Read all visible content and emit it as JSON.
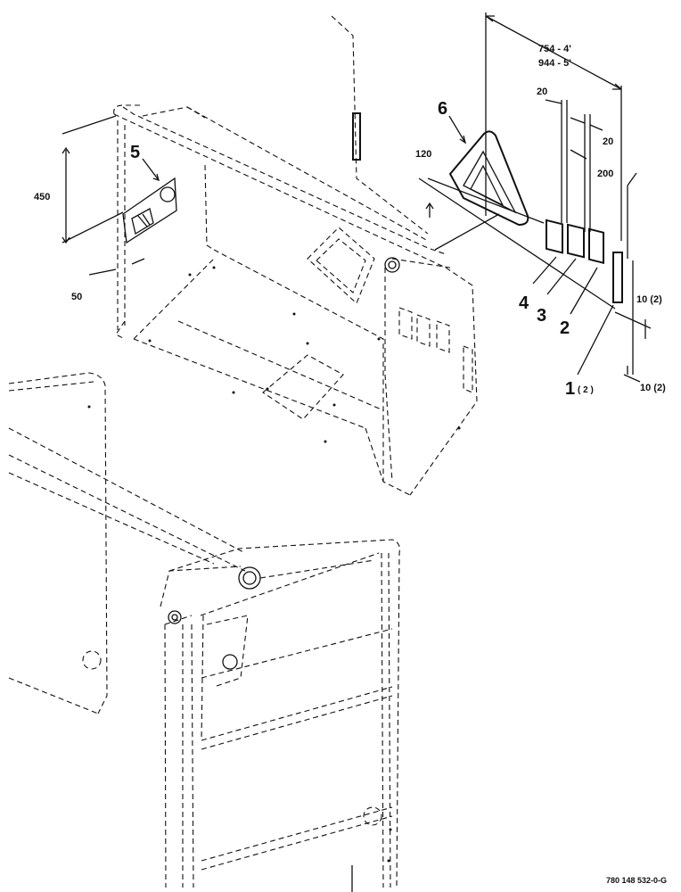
{
  "callouts": {
    "c1": "1",
    "c1_qty": "( 2 )",
    "c2": "2",
    "c3": "3",
    "c4": "4",
    "c5": "5",
    "c6": "6"
  },
  "dimensions": {
    "d754": "754 - 4'",
    "d944": "944 - 5'",
    "d20a": "20",
    "d20b": "20",
    "d120": "120",
    "d200": "200",
    "d450": "450",
    "d50": "50",
    "d10a": "10 (2)",
    "d10b": "10 (2)"
  },
  "drawing_ref": "780 148 532-0-G"
}
